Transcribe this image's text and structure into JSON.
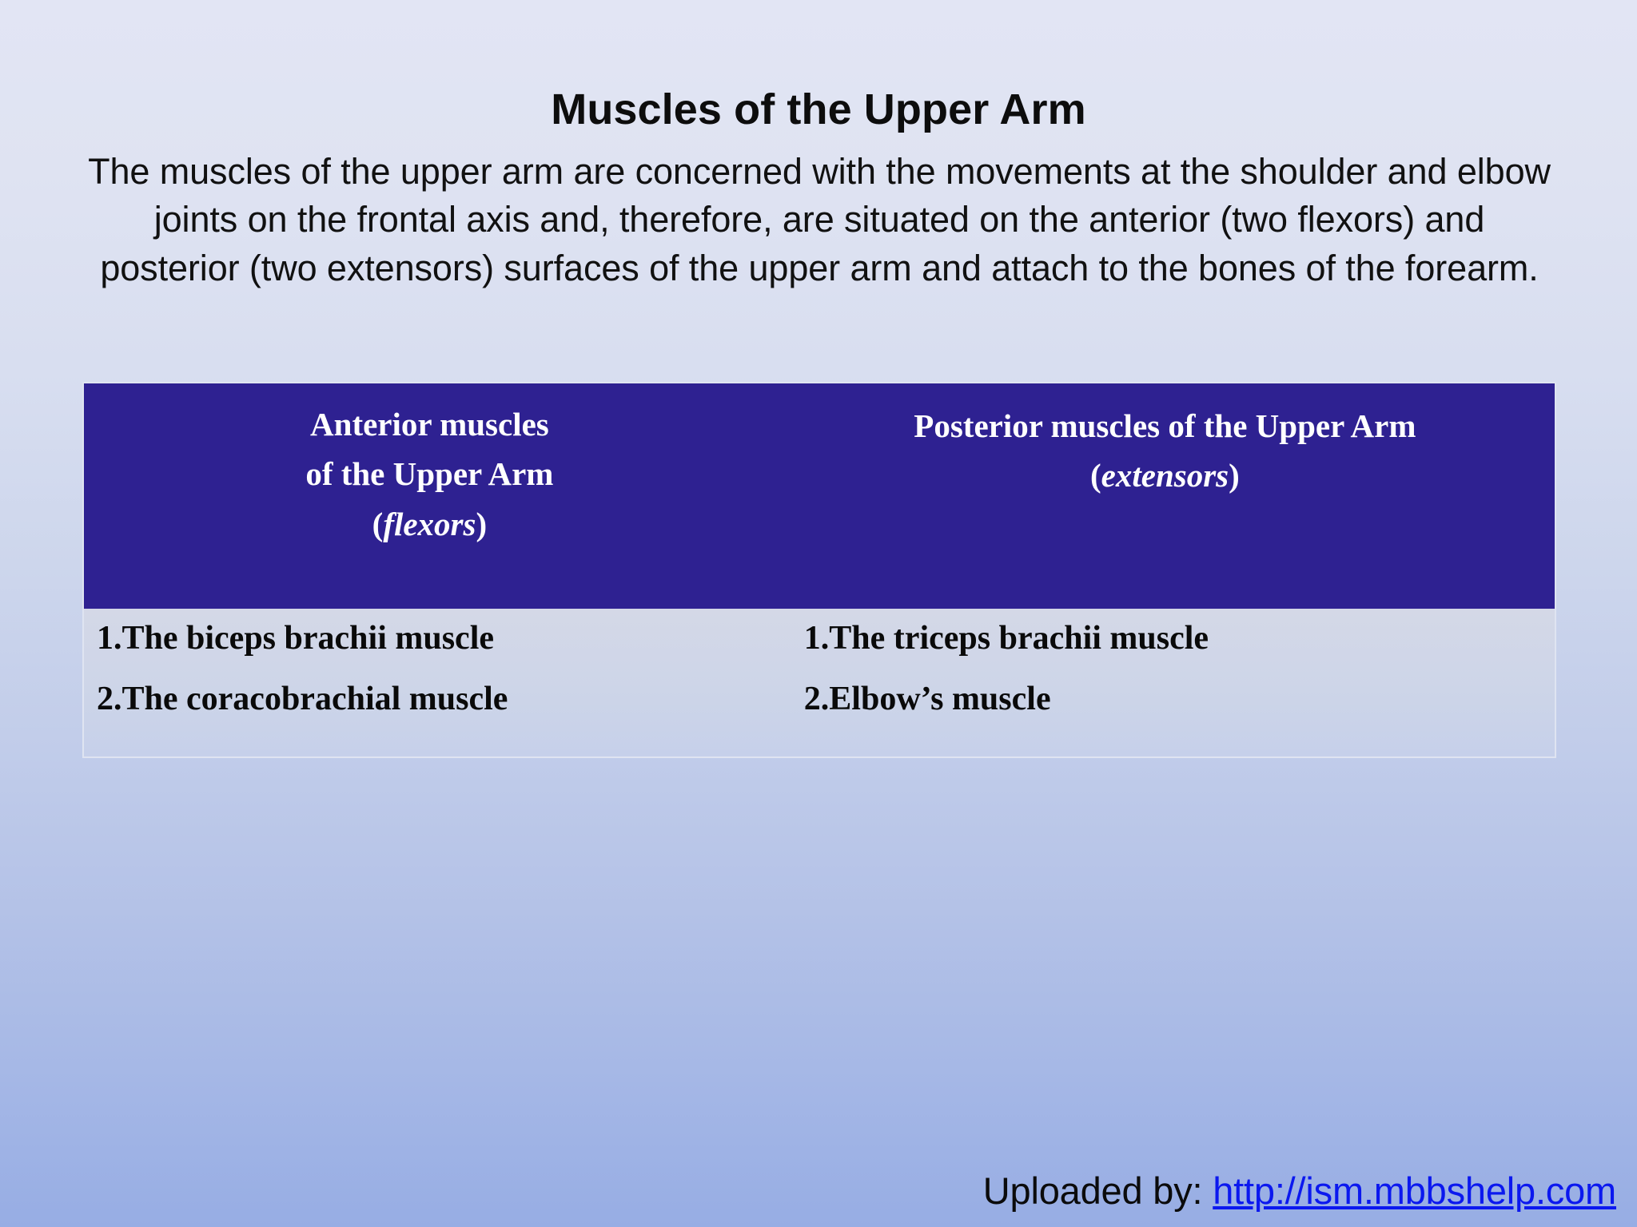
{
  "slide": {
    "title": "Muscles of the Upper Arm",
    "intro": "The muscles of the upper arm are concerned with the movements at the shoulder and elbow joints on the frontal axis and, therefore, are situated on the anterior (two flexors) and posterior (two extensors) surfaces of the upper arm and attach to the bones of the forearm."
  },
  "table": {
    "header": {
      "left": {
        "line1": "Anterior muscles",
        "line2": "of the Upper Arm",
        "paren_open": "(",
        "emphasis": "flexors",
        "paren_close": ")"
      },
      "right": {
        "line1": "Posterior muscles of the Upper Arm",
        "paren_open": "(",
        "emphasis": "extensors",
        "paren_close": ")"
      }
    },
    "rows": {
      "left_items": [
        "1.The biceps brachii muscle",
        "2.The coracobrachial muscle"
      ],
      "right_items": [
        "1.The triceps brachii muscle",
        "2.Elbow’s muscle"
      ]
    }
  },
  "footer": {
    "label": "Uploaded by: ",
    "url": "http://ism.mbbshelp.com"
  },
  "colors": {
    "header_band": "#2E2191",
    "header_text": "#FFFFFF",
    "body_row": "#D2D6E6",
    "link": "#0B18EF",
    "page_top": "#E2E5F4",
    "page_bottom": "#97ADE4"
  }
}
